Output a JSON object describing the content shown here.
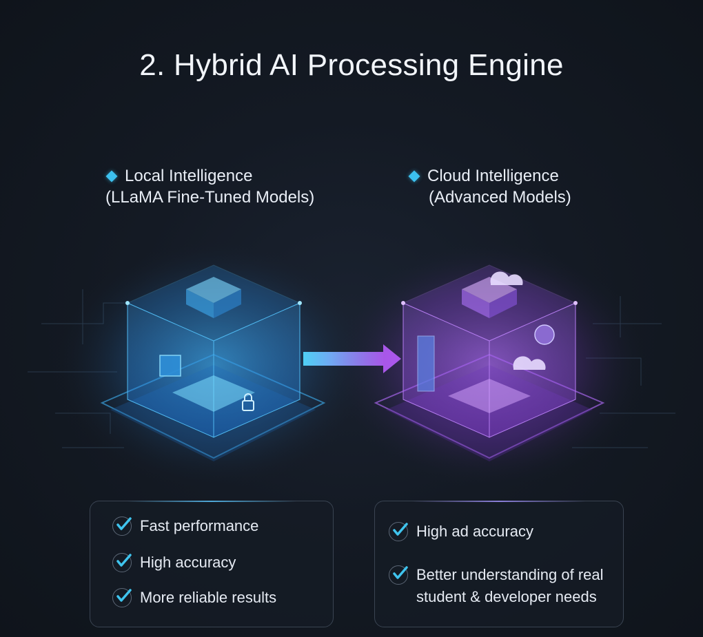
{
  "title": "2. Hybrid AI Processing Engine",
  "local": {
    "label": "Local Intelligence",
    "sublabel": "(LLaMA Fine-Tuned Models)",
    "icon": "diamond-icon",
    "color": "#3cc0ee",
    "benefits": [
      "Fast performance",
      "High accuracy",
      "More reliable results"
    ]
  },
  "cloud": {
    "label": "Cloud Intelligence",
    "sublabel": "(Advanced Models)",
    "icon": "diamond-icon",
    "color": "#b05cf0",
    "benefits": [
      "High ad accuracy",
      "Better understanding of real",
      "student & developer needs"
    ]
  },
  "connector": {
    "icon": "arrow-right-icon"
  },
  "check_icon": "checkmark-icon",
  "colors": {
    "accent_blue": "#3cc0ee",
    "accent_purple": "#b05cf0",
    "check": "#3fc4ee"
  }
}
